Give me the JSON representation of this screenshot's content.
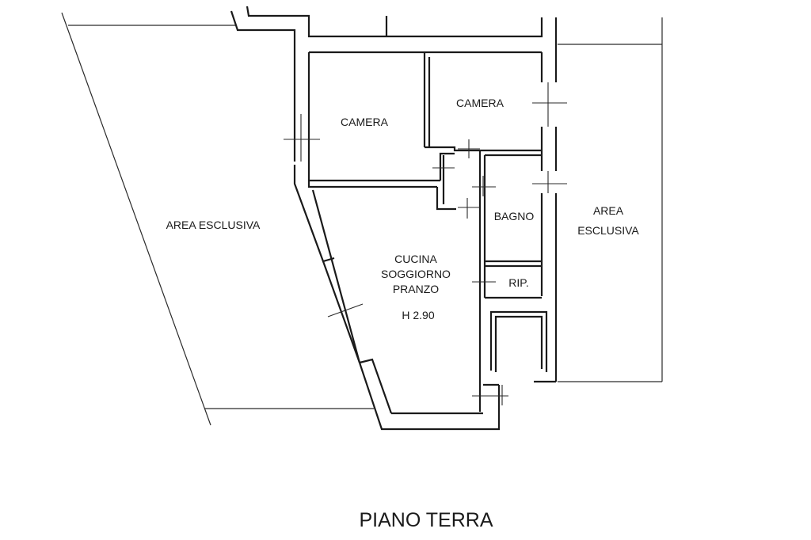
{
  "plan": {
    "title": "PIANO TERRA",
    "rooms": {
      "camera_left": "CAMERA",
      "camera_right": "CAMERA",
      "bagno": "BAGNO",
      "rip": "RIP.",
      "kitchen_line1": "CUCINA",
      "kitchen_line2": "SOGGIORNO",
      "kitchen_line3": "PRANZO",
      "height": "H 2.90"
    },
    "areas": {
      "left": "AREA ESCLUSIVA",
      "right_line1": "AREA",
      "right_line2": "ESCLUSIVA"
    }
  }
}
